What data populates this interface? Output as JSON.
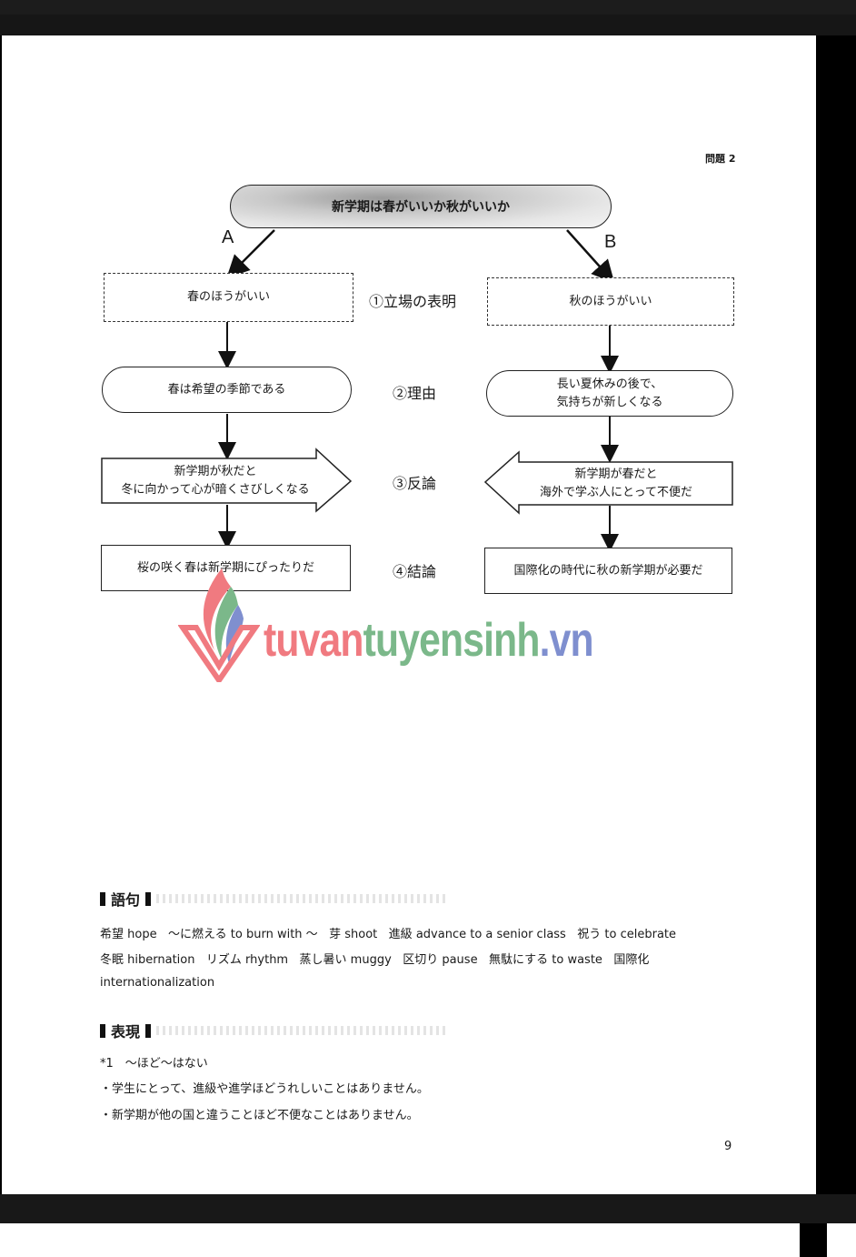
{
  "header": {
    "problem_label": "問題 2"
  },
  "diagram": {
    "title": "新学期は春がいいか秋がいいか",
    "branch_a_label": "A",
    "branch_b_label": "B",
    "steps": [
      {
        "label": "①立場の表明",
        "a": "春のほうがいい",
        "b": "秋のほうがいい"
      },
      {
        "label": "②理由",
        "a": "春は希望の季節である",
        "b_line1": "長い夏休みの後で、",
        "b_line2": "気持ちが新しくなる"
      },
      {
        "label": "③反論",
        "a_line1": "新学期が秋だと",
        "a_line2": "冬に向かって心が暗くさびしくなる",
        "b_line1": "新学期が春だと",
        "b_line2": "海外で学ぶ人にとって不便だ"
      },
      {
        "label": "④結論",
        "a": "桜の咲く春は新学期にぴったりだ",
        "b": "国際化の時代に秋の新学期が必要だ"
      }
    ]
  },
  "watermark": {
    "part1": "tuvan",
    "part2": "tuyensinh",
    "part3": ".vn",
    "colors": {
      "red": "#f07a80",
      "green": "#7bb88a",
      "blue": "#7f8fcf"
    }
  },
  "vocabulary": {
    "header": "語句",
    "line1": [
      {
        "jp": "希望",
        "en": "hope"
      },
      {
        "jp": "～に燃える",
        "en": "to burn with ～"
      },
      {
        "jp": "芽",
        "en": "shoot"
      },
      {
        "jp": "進級",
        "en": "advance to a senior class"
      },
      {
        "jp": "祝う",
        "en": "to celebrate"
      }
    ],
    "line2": [
      {
        "jp": "冬眠",
        "en": "hibernation"
      },
      {
        "jp": "リズム",
        "en": "rhythm"
      },
      {
        "jp": "蒸し暑い",
        "en": "muggy"
      },
      {
        "jp": "区切り",
        "en": "pause"
      },
      {
        "jp": "無駄にする",
        "en": "to waste"
      },
      {
        "jp": "国際化",
        "en": ""
      }
    ],
    "line3": "internationalization"
  },
  "expressions": {
    "header": "表現",
    "item_title": "*1　～ほど～はない",
    "examples": [
      "・学生にとって、進級や進学ほどうれしいことはありません。",
      "・新学期が他の国と違うことほど不便なことはありません。"
    ]
  },
  "footer": {
    "page_number": "9"
  }
}
